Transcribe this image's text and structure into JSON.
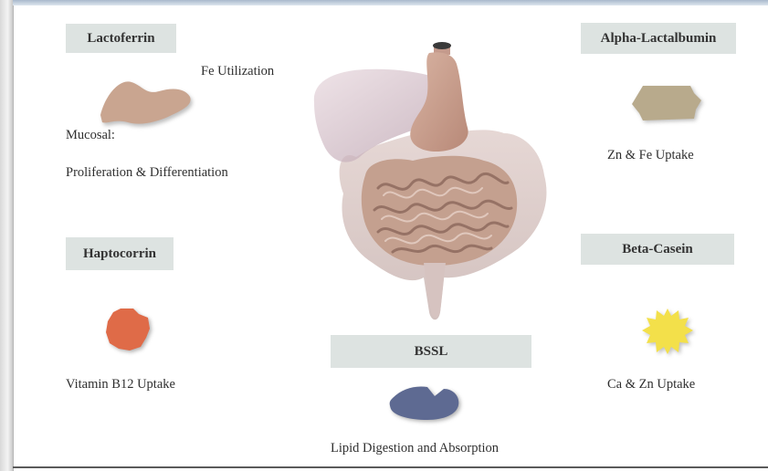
{
  "proteins": {
    "lactoferrin": {
      "label": "Lactoferrin",
      "caption_fe": "Fe Utilization",
      "caption_mucosal": "Mucosal:",
      "caption_prolif": "Proliferation & Differentiation",
      "color": "#c9a590"
    },
    "haptocorrin": {
      "label": "Haptocorrin",
      "caption": "Vitamin B12 Uptake",
      "color": "#df6b48"
    },
    "alpha_lactalbumin": {
      "label": "Alpha-Lactalbumin",
      "caption": "Zn & Fe Uptake",
      "color": "#b8aa8c"
    },
    "beta_casein": {
      "label": "Beta-Casein",
      "caption": "Ca & Zn Uptake",
      "color": "#f3e04a"
    },
    "bssl": {
      "label": "BSSL",
      "caption": "Lipid Digestion and Absorption",
      "color": "#5e6a92"
    }
  },
  "colors": {
    "label_box": "#dde3e1",
    "digestive_tract": "#c7a596"
  }
}
